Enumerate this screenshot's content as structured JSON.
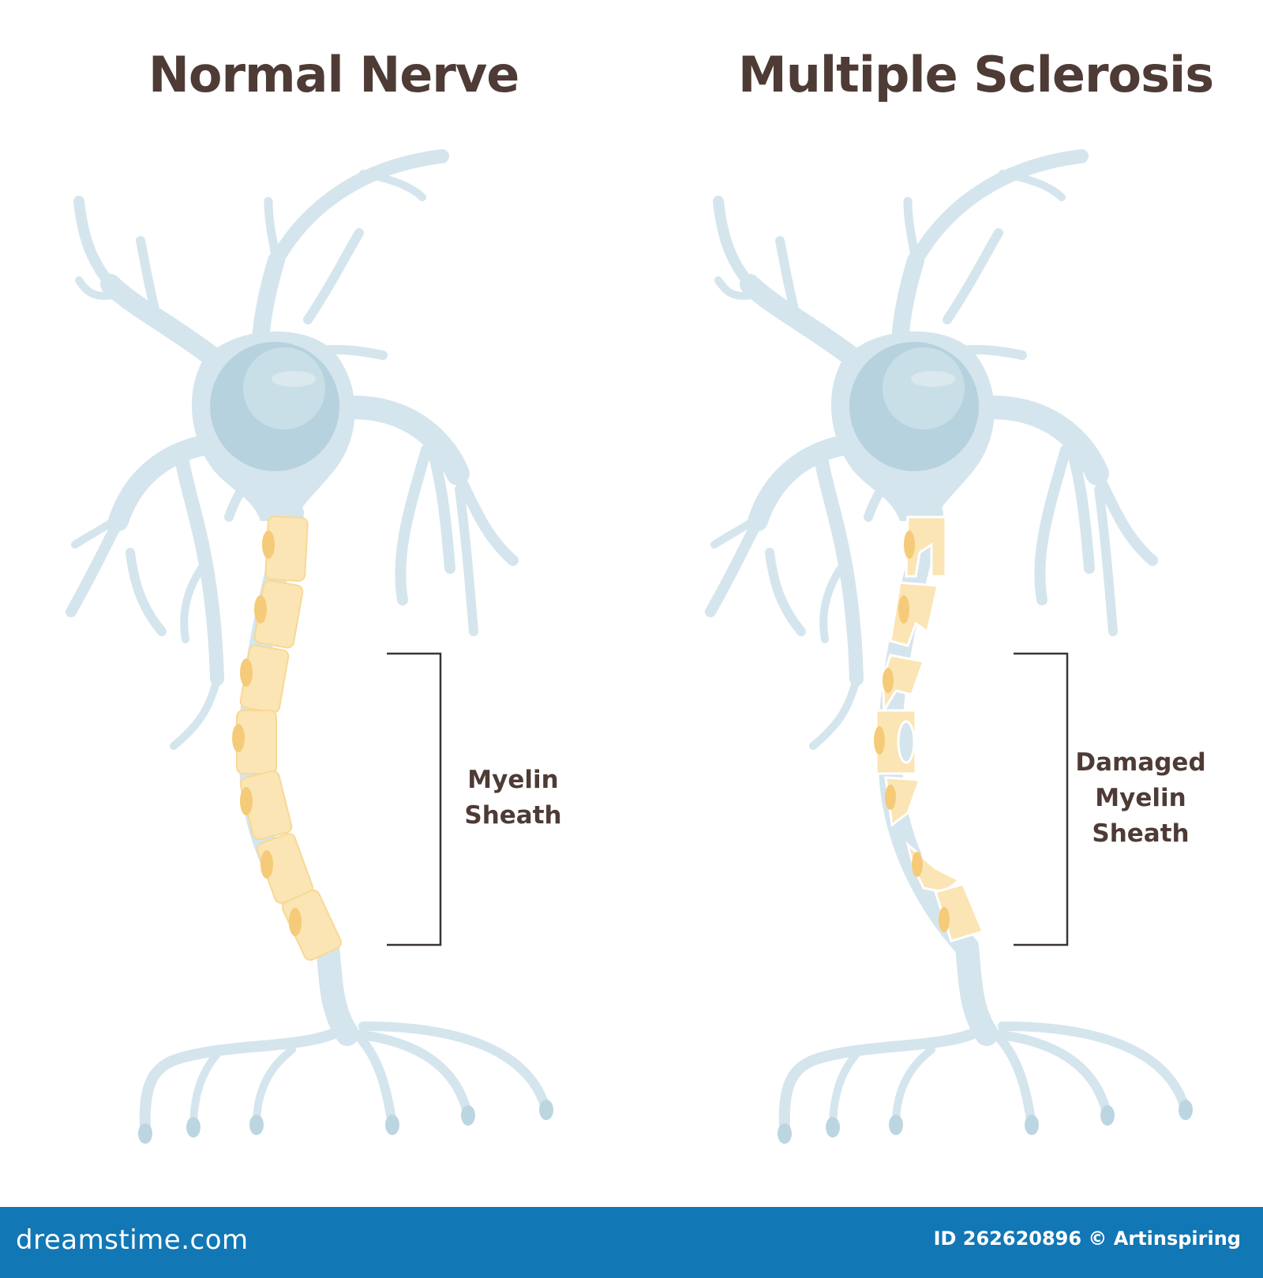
{
  "panels": [
    {
      "title": "Normal Nerve",
      "label": "Myelin\nSheath"
    },
    {
      "title": "Multiple Sclerosis",
      "label": "Damaged\nMyelin\nSheath"
    }
  ],
  "footer": {
    "brand": "dreamstime.com",
    "credit": "ID 262620896 © Artinspiring"
  },
  "colors": {
    "neuron": "#d5e5ed",
    "nucleus": "#b6d2de",
    "myelin": "#fbe5b4",
    "myelin_node": "#f5cb79",
    "text": "#4e3b36",
    "footer_bg": "#1277b5"
  }
}
